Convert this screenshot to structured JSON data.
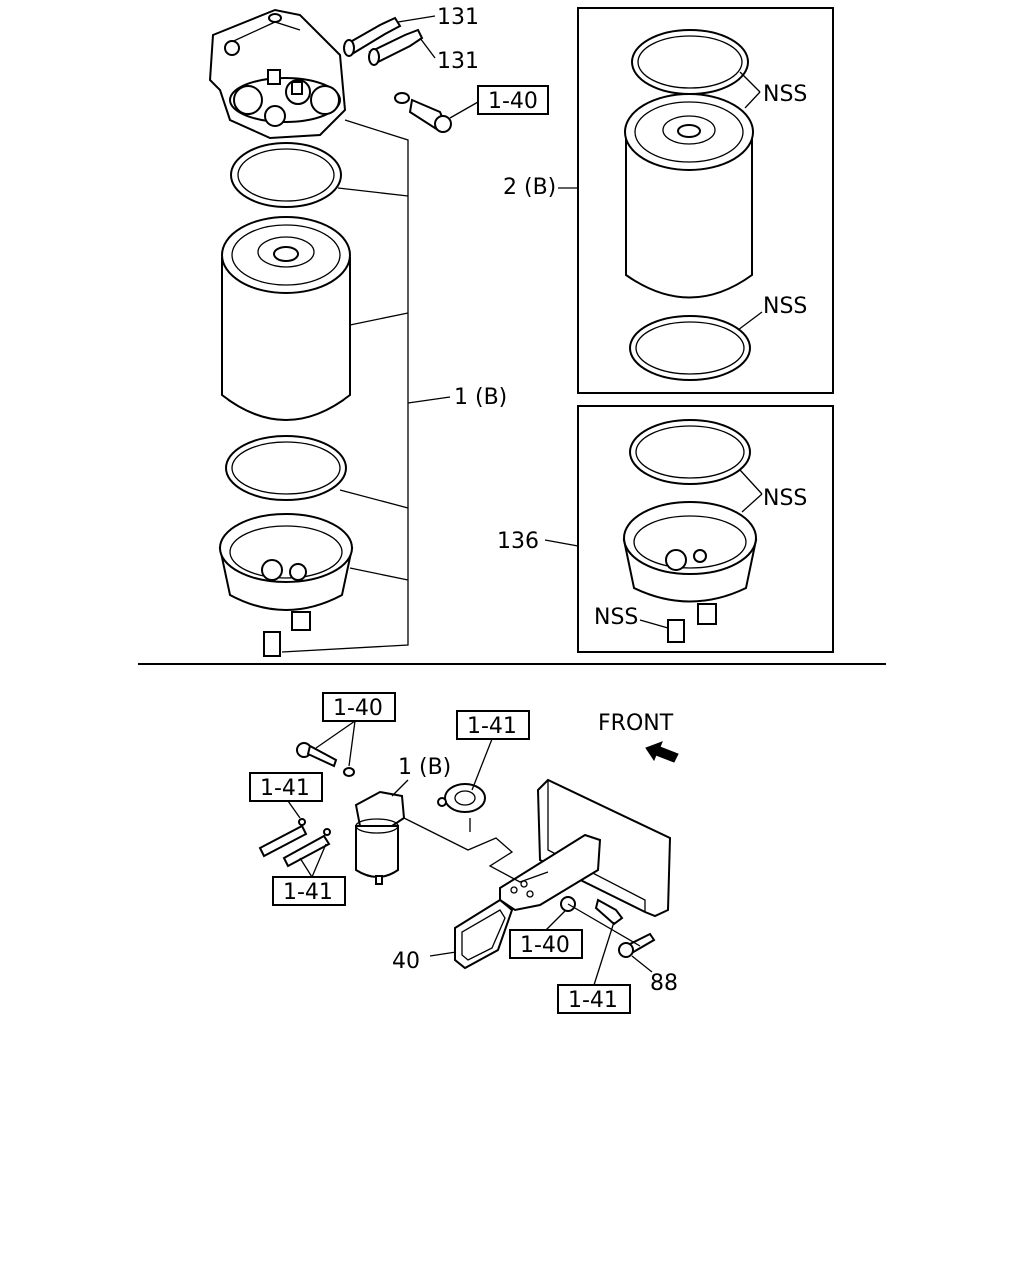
{
  "labels": {
    "top_fitting_a": "131",
    "top_fitting_b": "131",
    "top_ref_bolt": "1-40",
    "assembly_top": "1 (B)",
    "element_assy": "2 (B)",
    "element_nss_top": "NSS",
    "element_nss_bottom": "NSS",
    "bowl_part": "136",
    "bowl_nss_top": "NSS",
    "bowl_nss_plug": "NSS",
    "front": "FRONT",
    "bottom_ref_bolt": "1-40",
    "bottom_ref_hose_a": "1-41",
    "bottom_ref_hose_b": "1-41",
    "bottom_ref_pump": "1-41",
    "assembly_bottom": "1 (B)",
    "bottom_ref_nut": "1-40",
    "bottom_ref_bolt2": "1-41",
    "bracket": "40",
    "bolt88": "88"
  }
}
